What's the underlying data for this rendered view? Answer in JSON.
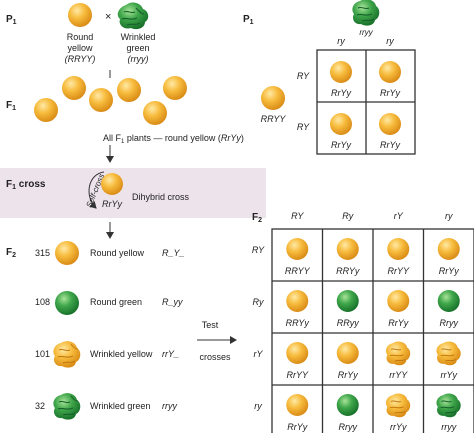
{
  "colors": {
    "yellow": "#F5B83A",
    "yellow_dark": "#E0961E",
    "green": "#3BA046",
    "green_dark": "#1E7A2B",
    "band": "#EDE3EB",
    "grid": "#333333"
  },
  "left": {
    "p1_label": "P",
    "p1_sub": "1",
    "cross_symbol": "×",
    "parent1": {
      "line1": "Round",
      "line2": "yellow",
      "genotype": "(RRYY)"
    },
    "parent2": {
      "line1": "Wrinkled",
      "line2": "green",
      "genotype": "(rryy)"
    },
    "f1_label": "F",
    "f1_sub": "1",
    "f1_caption_pre": "All F",
    "f1_caption_sub": "1",
    "f1_caption_mid": " plants — round yellow (",
    "f1_caption_geno": "RrYy",
    "f1_caption_post": ")",
    "f1cross_label": "F",
    "f1cross_sub": "1",
    "f1cross_suffix": " cross",
    "self_cross": "Self-cross",
    "f1cross_geno": "RrYy",
    "dihybrid": "Dihybrid cross",
    "f2_label": "F",
    "f2_sub": "2",
    "f2_rows": [
      {
        "count": "315",
        "phenotype": "Round yellow",
        "genotype": "R_Y_"
      },
      {
        "count": "108",
        "phenotype": "Round green",
        "genotype": "R_yy"
      },
      {
        "count": "101",
        "phenotype": "Wrinkled yellow",
        "genotype": "rrY_"
      },
      {
        "count": "32",
        "phenotype": "Wrinkled green",
        "genotype": "rryy"
      }
    ],
    "test_line1": "Test",
    "test_line2": "crosses"
  },
  "top_right": {
    "p1_label": "P",
    "p1_sub": "1",
    "parent_geno": "rryy",
    "col_gametes": [
      "ry",
      "ry"
    ],
    "row_gametes": [
      "RY",
      "RY"
    ],
    "parent_left_geno": "RRYY",
    "cells": [
      "RrYy",
      "RrYy",
      "RrYy",
      "RrYy"
    ]
  },
  "punnett": {
    "f2_label": "F",
    "f2_sub": "2",
    "col_gametes": [
      "RY",
      "Ry",
      "rY",
      "ry"
    ],
    "row_gametes": [
      "RY",
      "Ry",
      "rY",
      "ry"
    ],
    "cells": [
      [
        {
          "g": "RRYY",
          "pea": "ry"
        },
        {
          "g": "RRYy",
          "pea": "ry"
        },
        {
          "g": "RrYY",
          "pea": "ry"
        },
        {
          "g": "RrYy",
          "pea": "ry"
        }
      ],
      [
        {
          "g": "RRYy",
          "pea": "ry"
        },
        {
          "g": "RRyy",
          "pea": "rg"
        },
        {
          "g": "RrYy",
          "pea": "ry"
        },
        {
          "g": "Rryy",
          "pea": "rg"
        }
      ],
      [
        {
          "g": "RrYY",
          "pea": "ry"
        },
        {
          "g": "RrYy",
          "pea": "ry"
        },
        {
          "g": "rrYY",
          "pea": "wy"
        },
        {
          "g": "rrYy",
          "pea": "wy"
        }
      ],
      [
        {
          "g": "RrYy",
          "pea": "ry"
        },
        {
          "g": "Rryy",
          "pea": "rg"
        },
        {
          "g": "rrYy",
          "pea": "wy"
        },
        {
          "g": "rryy",
          "pea": "wg"
        }
      ]
    ]
  }
}
